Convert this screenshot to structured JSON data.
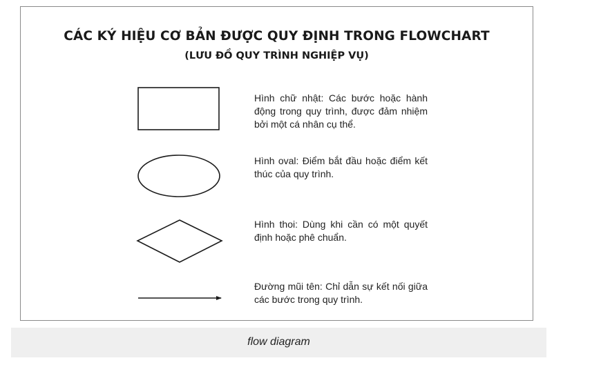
{
  "diagram": {
    "title": "CÁC KÝ HIỆU CƠ BẢN ĐƯỢC QUY ĐỊNH TRONG FLOWCHART",
    "subtitle": "(LƯU ĐỒ QUY TRÌNH NGHIỆP VỤ)",
    "symbols": [
      {
        "shape": "rectangle",
        "description": "Hình chữ nhật: Các bước hoặc hành động trong quy trình, được đảm nhiệm bởi một cá nhân cụ thể."
      },
      {
        "shape": "oval",
        "description": "Hình oval: Điểm bắt đầu hoặc điểm kết thúc của quy trình."
      },
      {
        "shape": "diamond",
        "description": "Hình thoi: Dùng khi cần có một quyết định hoặc phê chuẩn."
      },
      {
        "shape": "arrow",
        "description": "Đường mũi tên: Chỉ dẫn sự kết nối giữa các bước trong quy trình."
      }
    ],
    "stroke_color": "#1a1a1a"
  },
  "caption": "flow diagram"
}
